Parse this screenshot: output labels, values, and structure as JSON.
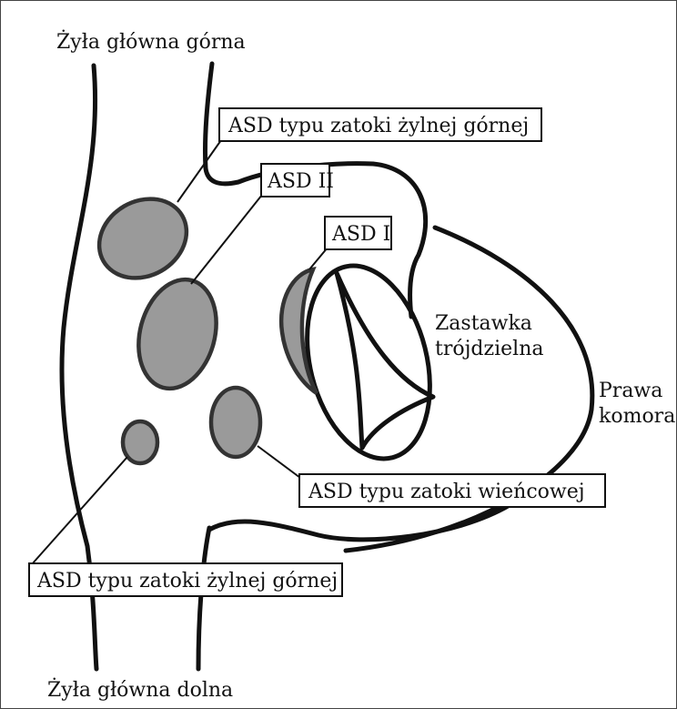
{
  "labels": {
    "svc_top": "Żyła główna górna",
    "ivc_bottom": "Żyła główna dolna",
    "asd_sinus_venosus_upper": "ASD typu zatoki żylnej górnej",
    "asd_ii": "ASD II",
    "asd_i": "ASD I",
    "tricuspid_line1": "Zastawka",
    "tricuspid_line2": "trójdzielna",
    "rv_line1": "Prawa",
    "rv_line2": "komora",
    "asd_coronary_sinus": "ASD typu zatoki wieńcowej",
    "asd_sinus_venosus_lower": "ASD typu zatoki żylnej górnej"
  },
  "colors": {
    "outline": "#111111",
    "defect_fill": "#9a9a9a",
    "background": "#ffffff"
  }
}
